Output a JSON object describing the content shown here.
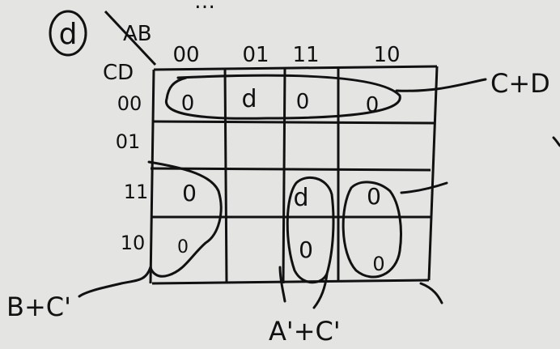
{
  "problem_label": "d",
  "header_fragment": "…",
  "row_var_label": "CD",
  "col_var_label": "AB",
  "col_headers": [
    "00",
    "01",
    "11",
    "10"
  ],
  "row_headers": [
    "00",
    "01",
    "11",
    "10"
  ],
  "cells": [
    [
      "0",
      "d",
      "0",
      "0"
    ],
    [
      "",
      "",
      "",
      ""
    ],
    [
      "0",
      "",
      "d",
      "0"
    ],
    [
      "0",
      "",
      "0",
      "0"
    ]
  ],
  "group_labels": {
    "top_row": "C+D",
    "left_column": "B+C'",
    "bottom_right": "A'+C'"
  },
  "colors": {
    "ink": "#111111",
    "paper": "#e4e4e2"
  }
}
